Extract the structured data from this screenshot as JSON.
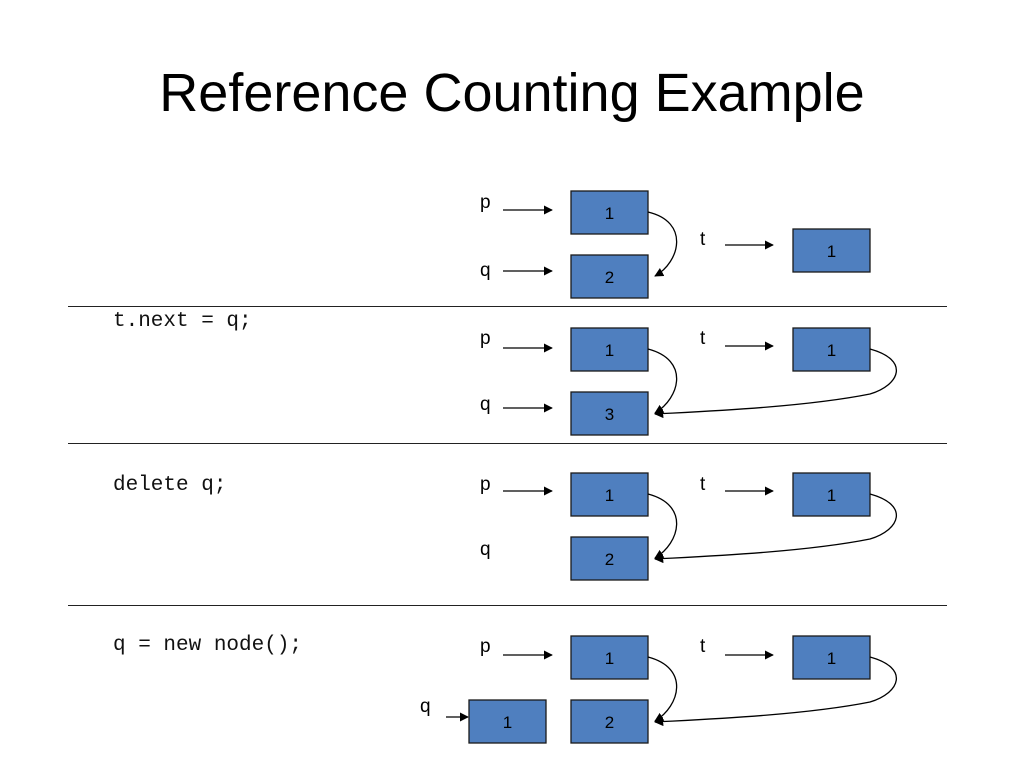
{
  "title": "Reference Counting Example",
  "colors": {
    "node_fill": "#4f7fbf",
    "node_stroke": "#1a1a1a",
    "divider": "#222222",
    "text": "#000000"
  },
  "steps": [
    {
      "code": "",
      "p_label": "p",
      "q_label": "q",
      "t_label": "t",
      "p_node": "1",
      "q_node": "2",
      "t_node": "1",
      "new_node": null
    },
    {
      "code": "t.next = q;",
      "p_label": "p",
      "q_label": "q",
      "t_label": "t",
      "p_node": "1",
      "q_node": "3",
      "t_node": "1",
      "new_node": null
    },
    {
      "code": "delete q;",
      "p_label": "p",
      "q_label": "q",
      "t_label": "t",
      "p_node": "1",
      "q_node": "2",
      "t_node": "1",
      "new_node": null
    },
    {
      "code": "q = new node();",
      "p_label": "p",
      "q_label": "q",
      "t_label": "t",
      "p_node": "1",
      "q_node": "2",
      "t_node": "1",
      "new_node": "1"
    }
  ]
}
